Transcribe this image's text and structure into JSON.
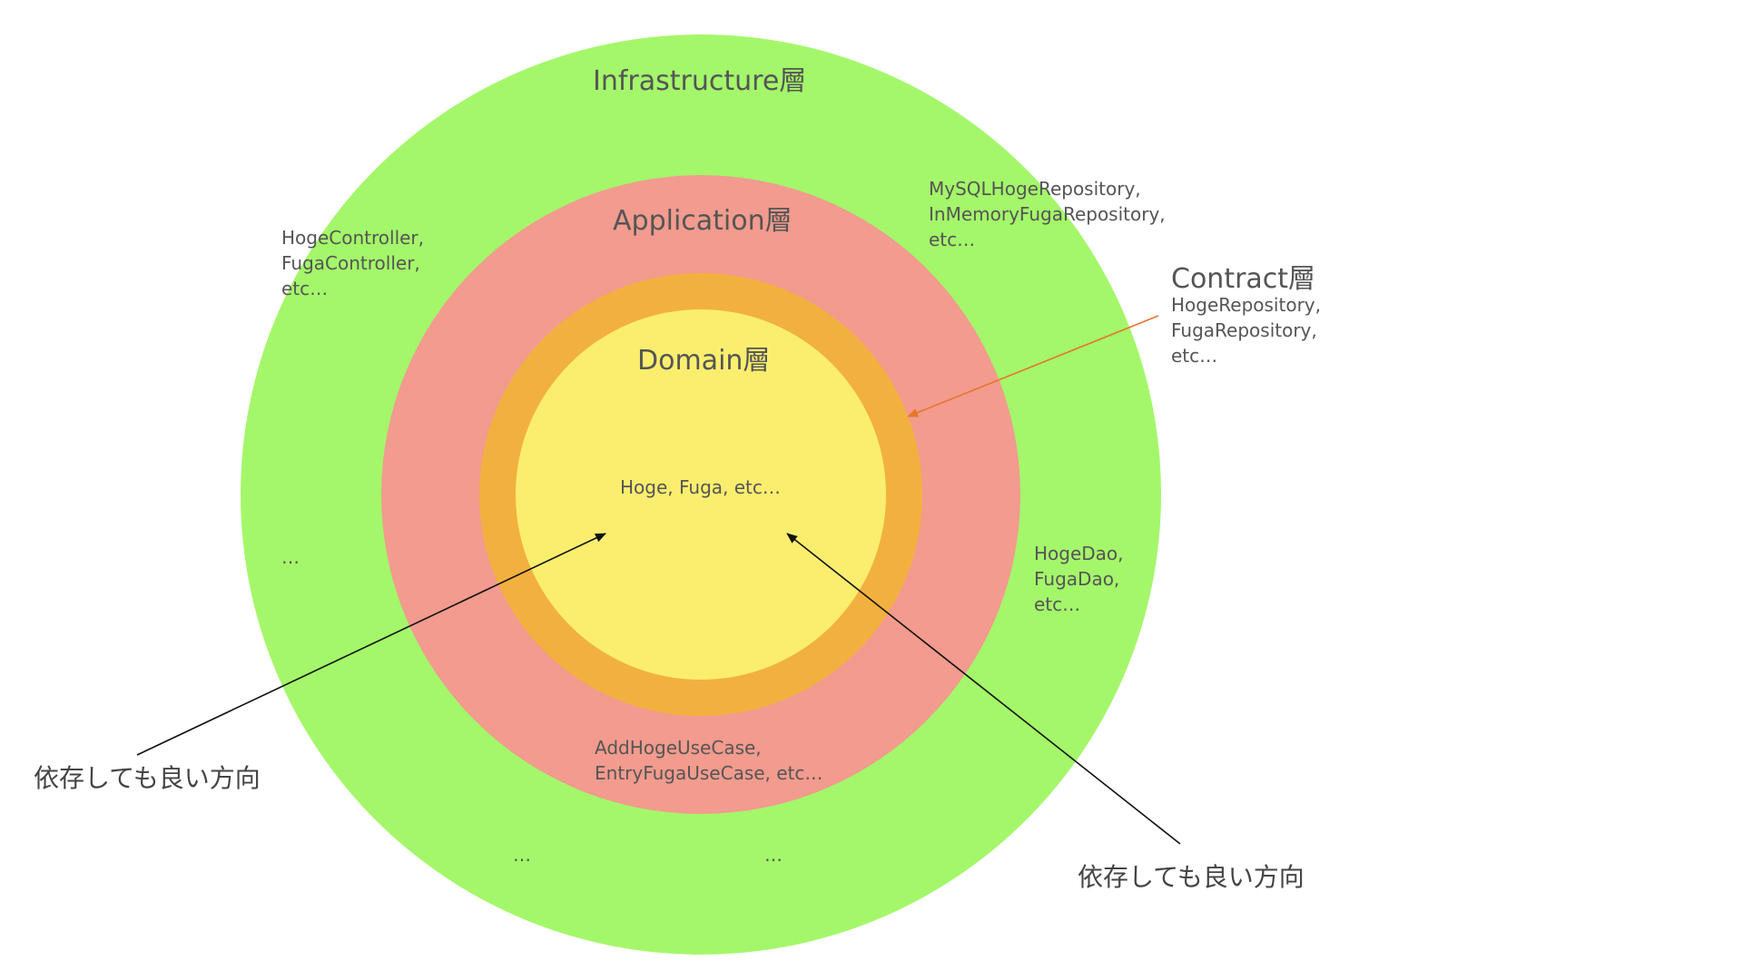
{
  "layers": {
    "infrastructure": {
      "title": "Infrastructure層",
      "color": "#A4F76A",
      "items_left": [
        "HogeController,",
        "FugaController,",
        "etc…"
      ],
      "items_right": [
        "MySQLHogeRepository,",
        "InMemoryFugaRepository,",
        "etc…"
      ],
      "ellipsis_left": "…",
      "ellipsis_bottom_left": "…",
      "ellipsis_bottom_right": "…"
    },
    "application": {
      "title": "Application層",
      "color": "#F29B8E",
      "items_bottom": [
        "AddHogeUseCase,",
        "EntryFugaUseCase, etc…"
      ],
      "items_right": [
        "HogeDao,",
        "FugaDao,",
        "etc…"
      ]
    },
    "contract": {
      "title": "Contract層",
      "color": "#F2B13F",
      "items": [
        "HogeRepository,",
        "FugaRepository,",
        "etc…"
      ]
    },
    "domain": {
      "title": "Domain層",
      "color": "#FBEE6F",
      "items": "Hoge, Fuga, etc…"
    }
  },
  "dependency_labels": {
    "left": "依存しても良い方向",
    "right": "依存しても良い方向"
  },
  "colors": {
    "text": "#555555",
    "arrow": "#111111",
    "contract_arrow": "#E8742A"
  }
}
